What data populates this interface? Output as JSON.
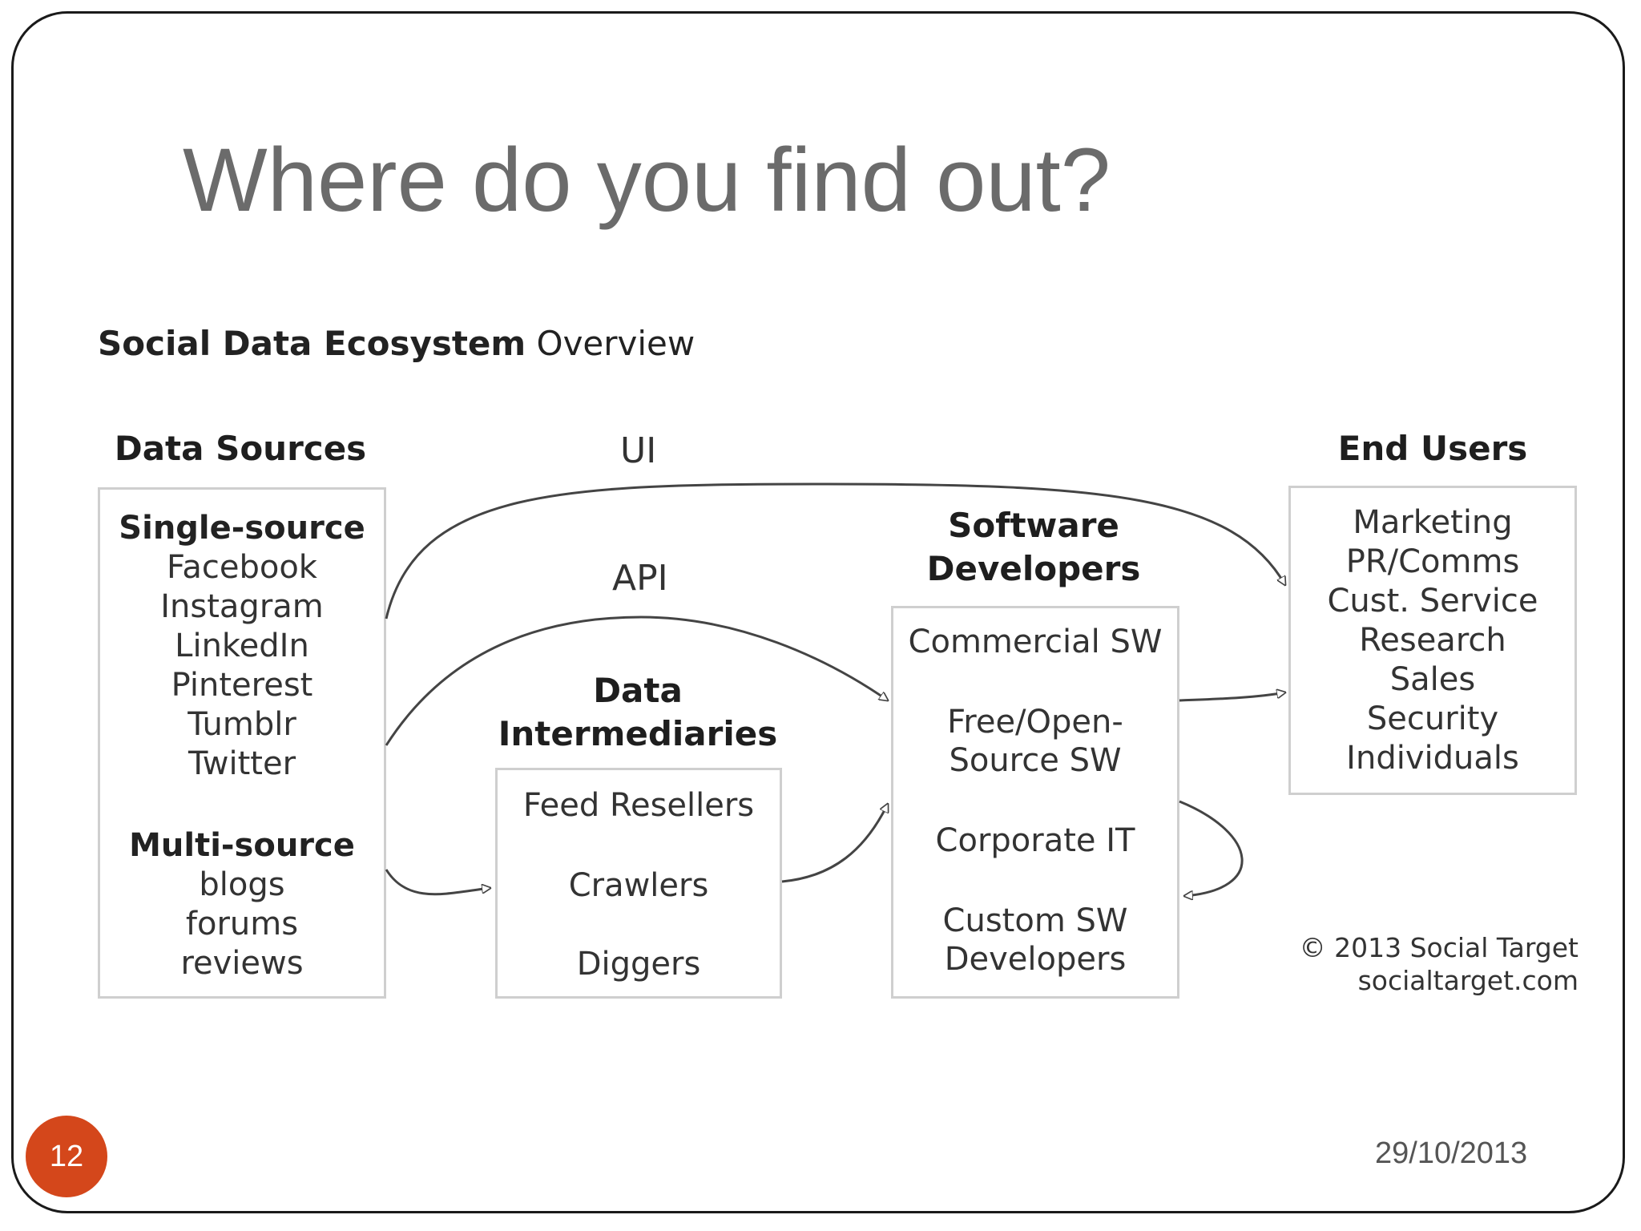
{
  "slide": {
    "title": "Where do you find out?",
    "page_number": "12",
    "date": "29/10/2013"
  },
  "diagram": {
    "heading_bold": "Social Data Ecosystem",
    "heading_light": "Overview",
    "data_sources": {
      "label": "Data Sources",
      "single_source": "Single-source",
      "single_items": [
        "Facebook",
        "Instagram",
        "LinkedIn",
        "Pinterest",
        "Tumblr",
        "Twitter"
      ],
      "multi_source": "Multi-source",
      "multi_items": [
        "blogs",
        "forums",
        "reviews"
      ]
    },
    "intermediaries": {
      "label_line1": "Data",
      "label_line2": "Intermediaries",
      "items": [
        "Feed Resellers",
        "Crawlers",
        "Diggers"
      ]
    },
    "developers": {
      "label_line1": "Software",
      "label_line2": "Developers",
      "items": [
        "Commercial SW",
        "Free/Open-",
        "Source SW",
        "Corporate IT",
        "Custom SW",
        "Developers"
      ]
    },
    "end_users": {
      "label": "End Users",
      "items": [
        "Marketing",
        "PR/Comms",
        "Cust. Service",
        "Research",
        "Sales",
        "Security",
        "Individuals"
      ]
    },
    "edge_labels": {
      "ui": "UI",
      "api": "API"
    },
    "copyright_line1": "© 2013 Social Target",
    "copyright_line2": "socialtarget.com"
  }
}
